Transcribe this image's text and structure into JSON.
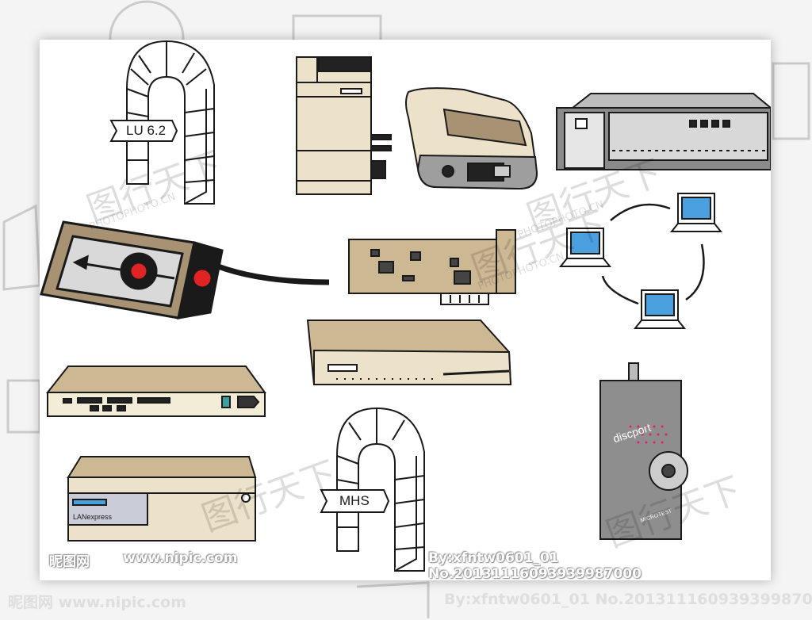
{
  "labels": {
    "lu_gateway": "LU 6.2",
    "mhs_gateway": "MHS",
    "server_brand": "LANexpress",
    "discport_brand": "discport",
    "discport_maker": "MICROTEST"
  },
  "watermarks": {
    "site_logo": "昵图网 www.nipic.com",
    "site_cn": "昵图网",
    "site_url": "www.nipic.com",
    "credit": "By:xfntw0601_01  No.20131116093939987000",
    "stamp_cn": "图行天下",
    "stamp_url": "PHOTOPHOTO.CN"
  },
  "colors": {
    "outline": "#1a1a1a",
    "beige": "#ece1c9",
    "tan": "#cdb894",
    "dark_tan": "#a79273",
    "screen_blue": "#4aa0df",
    "red": "#e02424",
    "gray_device": "#8e8e8e"
  },
  "icons": [
    "gateway-arch-lu62-icon",
    "tower-computer-icon",
    "pcmcia-modem-icon",
    "rack-server-icon",
    "pc-card-adapter-icon",
    "network-interface-card-icon",
    "ring-network-icon",
    "modem-box-icon",
    "network-hub-icon",
    "desktop-server-icon",
    "gateway-arch-mhs-icon",
    "discport-device-icon"
  ]
}
